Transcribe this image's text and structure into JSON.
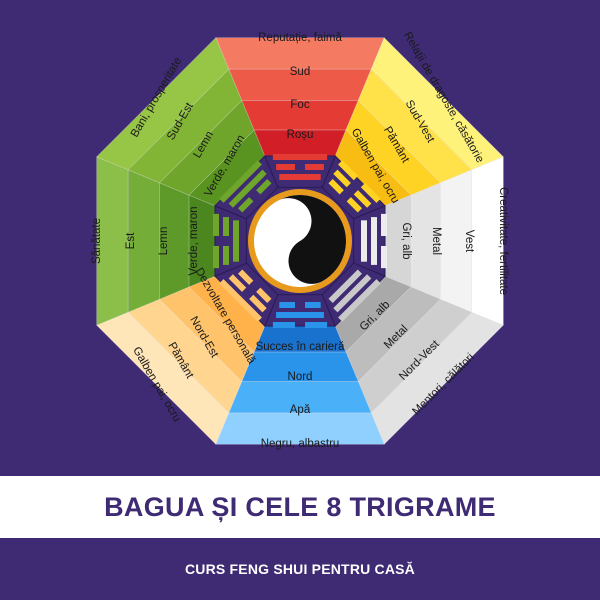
{
  "title": "BAGUA ȘI CELE 8 TRIGRAME",
  "subtitle": "CURS FENG SHUI PENTRU CASĂ",
  "colors": {
    "background": "#3f2a74",
    "title_band": "#ffffff",
    "title_text": "#3f2a74"
  },
  "sectors": [
    {
      "id": "south",
      "colors": [
        "#f47a61",
        "#ee5a48",
        "#e43b35",
        "#d21f27"
      ],
      "labels": [
        "Reputație, faimă",
        "Sud",
        "Foc",
        "Roșu"
      ]
    },
    {
      "id": "southwest",
      "colors": [
        "#fff27a",
        "#ffe24a",
        "#ffd324",
        "#f7bd12"
      ],
      "labels": [
        "Relații de dragoste, căsătorie",
        "Sud-Vest",
        "Pământ",
        "Galben pai, ocru"
      ]
    },
    {
      "id": "west",
      "colors": [
        "#ffffff",
        "#f3f3f3",
        "#e4e4e4",
        "#d6d6d6"
      ],
      "labels": [
        "Creativitate, fertilitate",
        "Vest",
        "Metal",
        "Gri, alb"
      ]
    },
    {
      "id": "northwest",
      "colors": [
        "#e3e3e3",
        "#cfcfcf",
        "#bdbdbd",
        "#a9a9a9"
      ],
      "labels": [
        "Mentori, călători",
        "Nord-Vest",
        "Metal",
        "Gri, alb"
      ]
    },
    {
      "id": "north",
      "colors": [
        "#8fd0ff",
        "#4ab0f7",
        "#2a93ea",
        "#1a72cf"
      ],
      "labels": [
        "Negru, albastru",
        "Apă",
        "Nord",
        "Succes în carieră"
      ]
    },
    {
      "id": "northeast",
      "colors": [
        "#ffe6b8",
        "#ffd590",
        "#ffc36b",
        "#ffb14a"
      ],
      "labels": [
        "Galben pai, ocru",
        "Pământ",
        "Nord-Est",
        "Dezvoltare personală"
      ]
    },
    {
      "id": "east",
      "colors": [
        "#8cbf4a",
        "#74ad37",
        "#5e9a2a",
        "#4b861f"
      ],
      "labels": [
        "Sănătate",
        "Est",
        "Lemn",
        "Verde, maron"
      ]
    },
    {
      "id": "southeast",
      "colors": [
        "#97c545",
        "#82b536",
        "#6ea52a",
        "#5a9420"
      ],
      "labels": [
        "Bani, prosperitate",
        "Sud-Est",
        "Lemn",
        "Verde, maron"
      ]
    }
  ],
  "trigram_ring_color": "#3f2a74",
  "yin_yang": {
    "dark": "#111111",
    "light": "#ffffff",
    "ring": "#e89a1c"
  }
}
